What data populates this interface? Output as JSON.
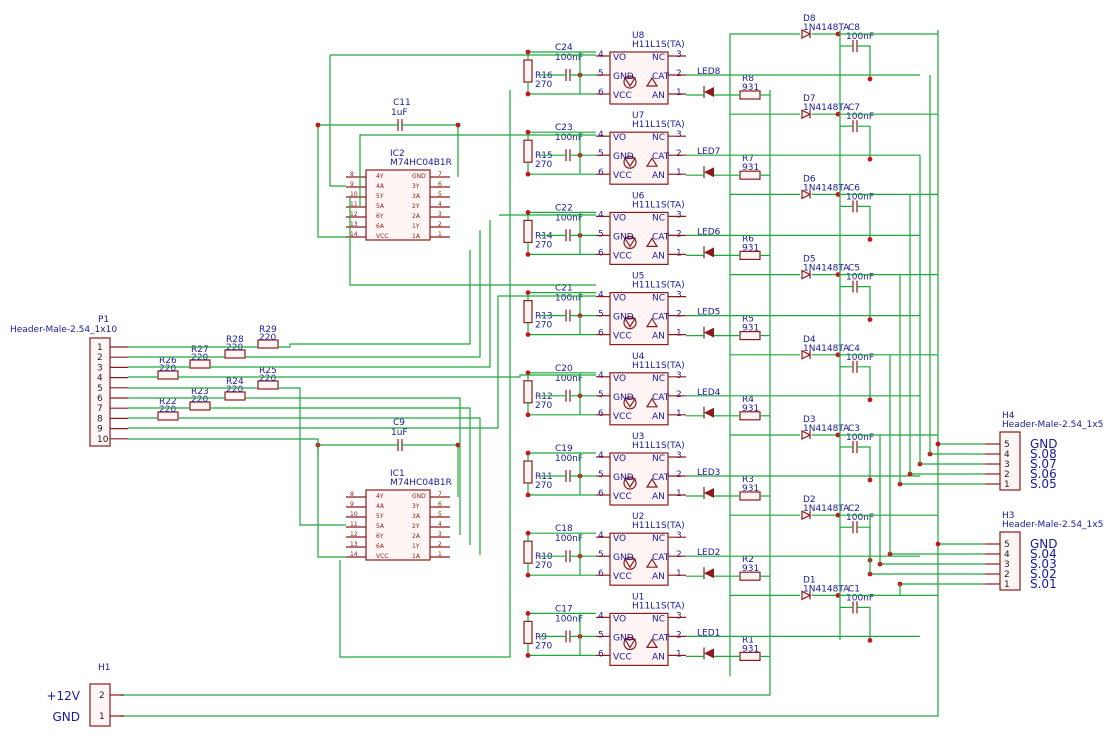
{
  "opto": [
    {
      "u": "U8",
      "part": "H11L1S(TA)",
      "r": "R16",
      "rv": "270",
      "c": "C24",
      "cv": "100nF",
      "led": "LED8",
      "rl": "R8",
      "rlv": "931",
      "d": "D8",
      "dp": "1N4148TA",
      "cc": "C8",
      "ccv": "100nF"
    },
    {
      "u": "U7",
      "part": "H11L1S(TA)",
      "r": "R15",
      "rv": "270",
      "c": "C23",
      "cv": "100nF",
      "led": "LED7",
      "rl": "R7",
      "rlv": "931",
      "d": "D7",
      "dp": "1N4148TA",
      "cc": "C7",
      "ccv": "100nF"
    },
    {
      "u": "U6",
      "part": "H11L1S(TA)",
      "r": "R14",
      "rv": "270",
      "c": "C22",
      "cv": "100nF",
      "led": "LED6",
      "rl": "R6",
      "rlv": "931",
      "d": "D6",
      "dp": "1N4148TA",
      "cc": "C6",
      "ccv": "100nF"
    },
    {
      "u": "U5",
      "part": "H11L1S(TA)",
      "r": "R13",
      "rv": "270",
      "c": "C21",
      "cv": "100nF",
      "led": "LED5",
      "rl": "R5",
      "rlv": "931",
      "d": "D5",
      "dp": "1N4148TA",
      "cc": "C5",
      "ccv": "100nF"
    },
    {
      "u": "U4",
      "part": "H11L1S(TA)",
      "r": "R12",
      "rv": "270",
      "c": "C20",
      "cv": "100nF",
      "led": "LED4",
      "rl": "R4",
      "rlv": "931",
      "d": "D4",
      "dp": "1N4148TA",
      "cc": "C4",
      "ccv": "100nF"
    },
    {
      "u": "U3",
      "part": "H11L1S(TA)",
      "r": "R11",
      "rv": "270",
      "c": "C19",
      "cv": "100nF",
      "led": "LED3",
      "rl": "R3",
      "rlv": "931",
      "d": "D3",
      "dp": "1N4148TA",
      "cc": "C3",
      "ccv": "100nF"
    },
    {
      "u": "U2",
      "part": "H11L1S(TA)",
      "r": "R10",
      "rv": "270",
      "c": "C18",
      "cv": "100nF",
      "led": "LED2",
      "rl": "R2",
      "rlv": "931",
      "d": "D2",
      "dp": "1N4148TA",
      "cc": "C2",
      "ccv": "100nF"
    },
    {
      "u": "U1",
      "part": "H11L1S(TA)",
      "r": "R9",
      "rv": "270",
      "c": "C17",
      "cv": "100nF",
      "led": "LED1",
      "rl": "R1",
      "rlv": "931",
      "d": "D1",
      "dp": "1N4148TA",
      "cc": "C1",
      "ccv": "100nF"
    }
  ],
  "opto_pins": {
    "left": [
      "VO",
      "GND",
      "VCC"
    ],
    "left_nums": [
      "4",
      "5",
      "6"
    ],
    "right": [
      "NC",
      "CAT",
      "AN"
    ],
    "right_nums": [
      "3",
      "2",
      "1"
    ]
  },
  "ics": [
    {
      "ref": "IC2",
      "part": "M74HC04B1R",
      "cap": "C11",
      "capv": "1uF"
    },
    {
      "ref": "IC1",
      "part": "M74HC04B1R",
      "cap": "C9",
      "capv": "1uF"
    }
  ],
  "ic_pins": {
    "left": [
      "4Y",
      "4A",
      "5Y",
      "5A",
      "6Y",
      "6A",
      "VCC"
    ],
    "left_nums": [
      "8",
      "9",
      "10",
      "11",
      "12",
      "13",
      "14"
    ],
    "right": [
      "GND",
      "3Y",
      "3A",
      "2Y",
      "2A",
      "1Y",
      "1A"
    ],
    "right_nums": [
      "7",
      "6",
      "5",
      "4",
      "3",
      "2",
      "1"
    ]
  },
  "p1": {
    "ref": "P1",
    "part": "Header-Male-2.54_1x10",
    "pins": [
      "1",
      "2",
      "3",
      "4",
      "5",
      "6",
      "7",
      "8",
      "9",
      "10"
    ]
  },
  "series_resistors": [
    {
      "ref": "R29",
      "val": "220"
    },
    {
      "ref": "R28",
      "val": "220"
    },
    {
      "ref": "R27",
      "val": "220"
    },
    {
      "ref": "R26",
      "val": "220"
    },
    {
      "ref": "R25",
      "val": "220"
    },
    {
      "ref": "R24",
      "val": "220"
    },
    {
      "ref": "R23",
      "val": "220"
    },
    {
      "ref": "R22",
      "val": "220"
    }
  ],
  "h4": {
    "ref": "H4",
    "part": "Header-Male-2.54_1x5",
    "pins": [
      "5",
      "4",
      "3",
      "2",
      "1"
    ],
    "labels": [
      "GND",
      "S.08",
      "S.07",
      "S.06",
      "S.05"
    ]
  },
  "h3": {
    "ref": "H3",
    "part": "Header-Male-2.54_1x5",
    "pins": [
      "5",
      "4",
      "3",
      "2",
      "1"
    ],
    "labels": [
      "GND",
      "S.04",
      "S.03",
      "S.02",
      "S.01"
    ]
  },
  "h1": {
    "ref": "H1",
    "pins": [
      "2",
      "1"
    ],
    "labels": [
      "+12V",
      "GND"
    ]
  },
  "colors": {
    "wire": "#1fa83a",
    "component": "#8b1a1a",
    "text": "#1a1aa0",
    "junction": "#c4161c"
  }
}
